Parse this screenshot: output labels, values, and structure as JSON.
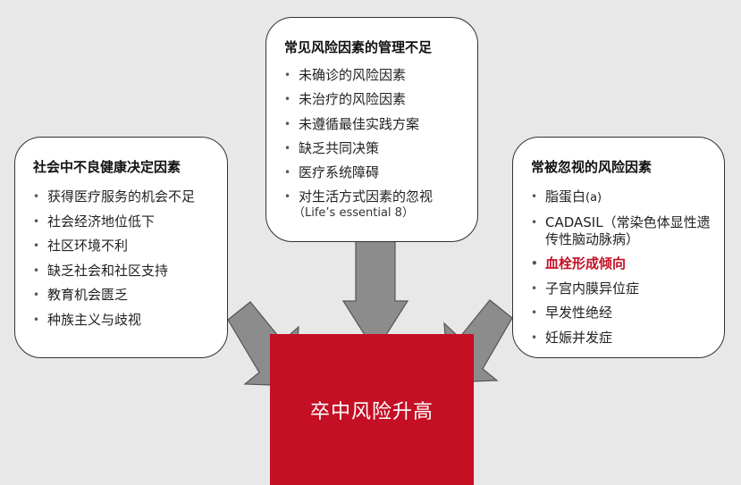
{
  "center": {
    "label": "卒中风险升高",
    "color": "#c40f24"
  },
  "left_box": {
    "title": "社会中不良健康决定因素",
    "items": [
      "获得医疗服务的机会不足",
      "社会经济地位低下",
      "社区环境不利",
      "缺乏社会和社区支持",
      "教育机会匮乏",
      "种族主义与歧视"
    ]
  },
  "top_box": {
    "title": "常见风险因素的管理不足",
    "items": [
      "未确诊的风险因素",
      "未治疗的风险因素",
      "未遵循最佳实践方案",
      "缺乏共同决策",
      "医疗系统障碍",
      "对生活方式因素的忽视"
    ],
    "note": "（Life’s essential 8）"
  },
  "right_box": {
    "title": "常被忽视的风险因素",
    "items": [
      {
        "text": "脂蛋白",
        "suffix": "(a)"
      },
      {
        "text": "CADASIL（常染色体显性遗传性脑动脉病）"
      },
      {
        "text": "血栓形成倾向",
        "highlight": true
      },
      {
        "text": "子宫内膜异位症"
      },
      {
        "text": "早发性绝经"
      },
      {
        "text": "妊娠并发症"
      }
    ]
  },
  "arrow_color": "#8c8c8c"
}
